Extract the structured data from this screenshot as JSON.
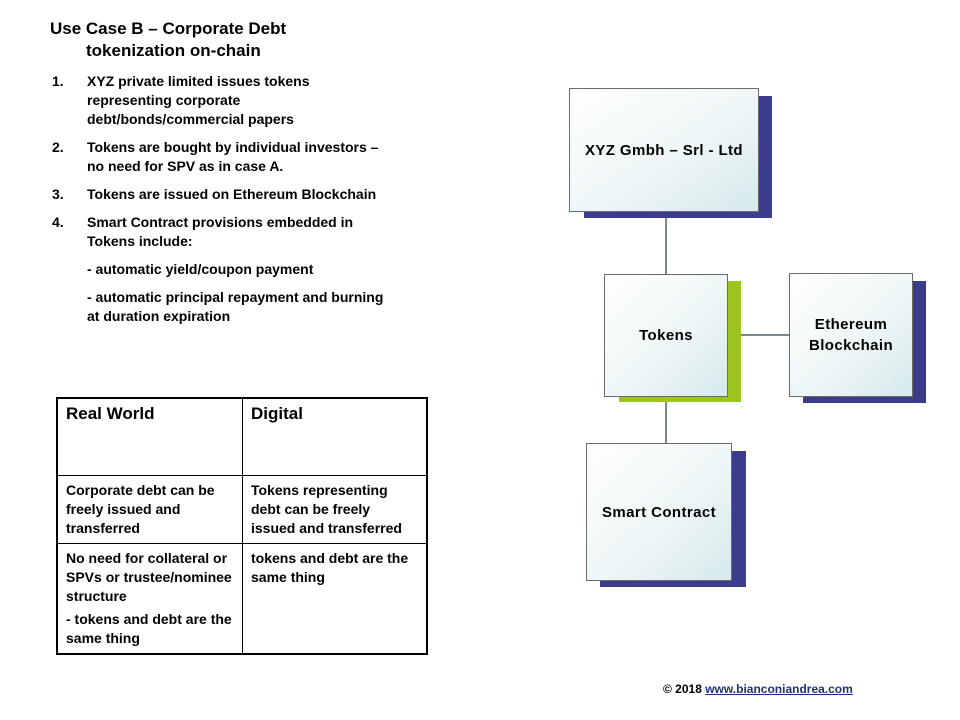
{
  "title": {
    "line1": "Use Case B – Corporate Debt",
    "line2": "tokenization on-chain"
  },
  "steps": [
    {
      "num": "1.",
      "text": "XYZ private limited issues tokens representing corporate debt/bonds/commercial papers"
    },
    {
      "num": "2.",
      "text": "Tokens are bought by individual investors – no need for SPV as in case A."
    },
    {
      "num": "3.",
      "text": "Tokens are issued on Ethereum Blockchain"
    },
    {
      "num": "4.",
      "text": "Smart Contract provisions embedded in Tokens include:",
      "subs": [
        "- automatic yield/coupon payment",
        "- automatic principal repayment and burning at duration expiration"
      ]
    }
  ],
  "table": {
    "headers": [
      "Real World",
      "Digital"
    ],
    "rows": [
      {
        "real": "Corporate debt can be freely issued and transferred",
        "digital": "Tokens representing debt can be freely issued and transferred"
      },
      {
        "real": "No need for collateral or SPVs or trustee/nominee structure",
        "real_note": "- tokens and debt are the same thing",
        "digital": "tokens and debt are the same thing"
      }
    ]
  },
  "diagram": {
    "issuer": "XYZ Gmbh – Srl - Ltd",
    "tokens": "Tokens",
    "blockchain_line1": "Ethereum",
    "blockchain_line2": "Blockchain",
    "smart_contract": "Smart Contract",
    "colors": {
      "shadow_navy": "#3c3c8c",
      "shadow_green": "#9dc41f",
      "connector": "#7a8a8c",
      "box_fill": "#eef6f7"
    }
  },
  "footer": {
    "copyright": "© 2018",
    "link_text": "www.bianconiandrea.com"
  }
}
